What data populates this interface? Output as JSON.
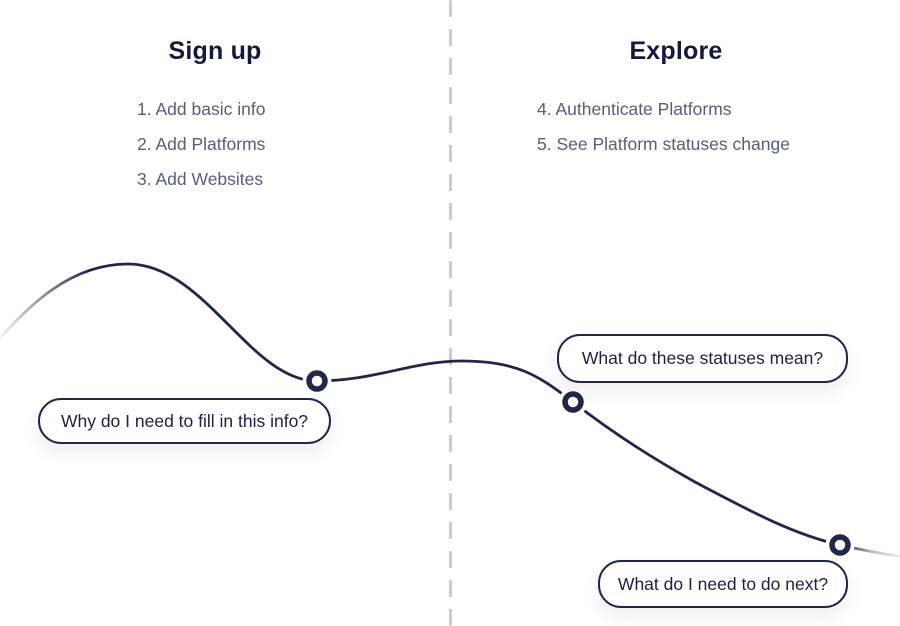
{
  "diagram": {
    "type": "user-journey-map",
    "background": "#ffffff"
  },
  "phases": [
    {
      "title": "Sign up",
      "steps": [
        "1. Add basic info",
        "2. Add Platforms",
        "3. Add Websites"
      ]
    },
    {
      "title": "Explore",
      "steps": [
        "4. Authenticate Platforms",
        "5. See Platform statuses change"
      ]
    }
  ],
  "bubbles": [
    {
      "label": "Why do I need to fill in this info?"
    },
    {
      "label": "What do these statuses mean?"
    },
    {
      "label": "What do I need to do next?"
    }
  ],
  "colors": {
    "curve": "#222647",
    "title_text": "#161a3a",
    "step_text": "#595d78",
    "divider": "#c9cbd5",
    "bubble_border": "#222647",
    "bubble_text": "#1d2142"
  }
}
